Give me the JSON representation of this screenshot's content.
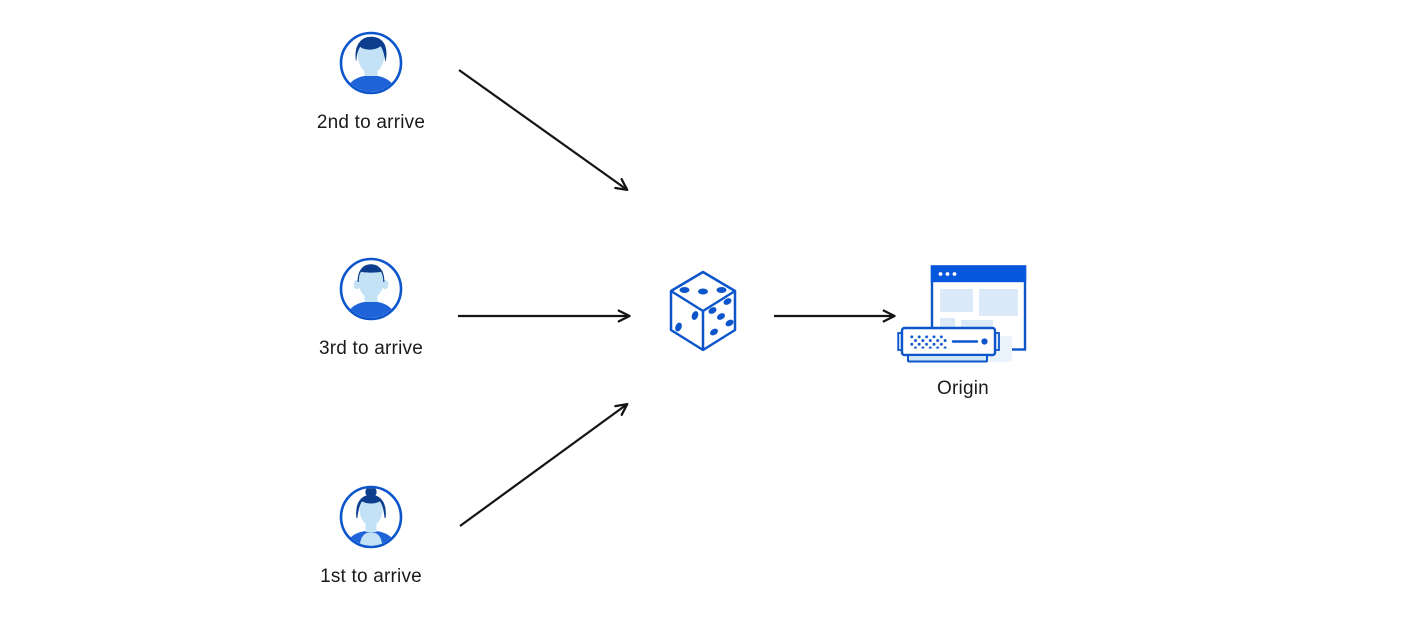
{
  "diagram": {
    "description": "Three visitors arriving in different order are routed through a randomizing dice to an origin server",
    "colors": {
      "accent_blue": "#0c55cb",
      "dark_navy_hair": "#0d3e8e",
      "shirt_blue": "#1e63d8",
      "face_light_blue": "#c3e2f6",
      "panel_light_blue": "#dbe9f8",
      "browser_header_blue": "#0557dc",
      "server_base_blue": "#cfe4f6",
      "shadow_blue": "#eaf3fb",
      "arrow_black": "#141414",
      "label_text": "#1b1b1d",
      "background": "#ffffff"
    },
    "nodes": {
      "user_second": {
        "label": "2nd to arrive",
        "icon": "user-avatar-man-swoop-icon"
      },
      "user_third": {
        "label": "3rd to arrive",
        "icon": "user-avatar-man-flattop-icon"
      },
      "user_first": {
        "label": "1st to arrive",
        "icon": "user-avatar-woman-icon"
      },
      "randomizer": {
        "label": "",
        "icon": "dice-icon"
      },
      "origin": {
        "label": "Origin",
        "icon": "origin-server-browser-icon"
      }
    },
    "arrows": [
      {
        "from": "user_second",
        "to": "randomizer"
      },
      {
        "from": "user_third",
        "to": "randomizer"
      },
      {
        "from": "user_first",
        "to": "randomizer"
      },
      {
        "from": "randomizer",
        "to": "origin"
      }
    ]
  }
}
